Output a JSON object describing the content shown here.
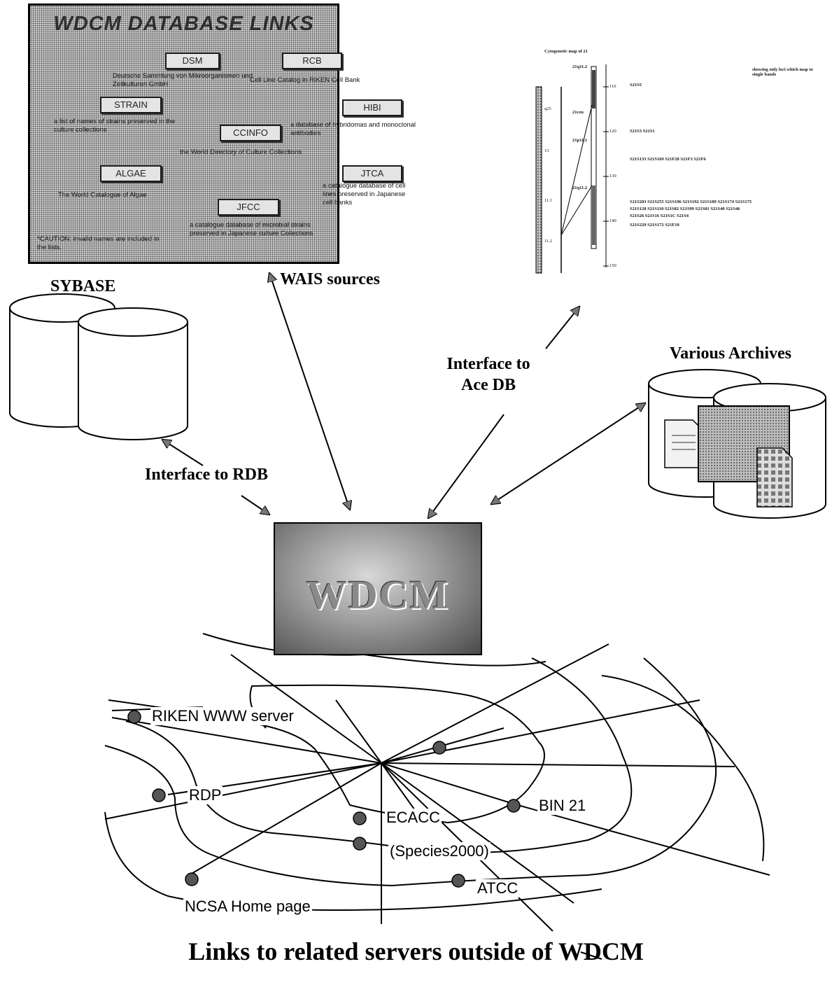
{
  "panel": {
    "title": "WDCM DATABASE LINKS",
    "buttons": [
      {
        "label": "DSM",
        "desc": "Deutsche Sammlung von Mikroorganismen und Zellkulturen GmbH"
      },
      {
        "label": "RCB",
        "desc": "Cell Line Catalog in RIKEN Cell Bank"
      },
      {
        "label": "STRAIN",
        "desc": "a list of names of strains preserved in the culture collections"
      },
      {
        "label": "HIBI",
        "desc": "a database of hybridomas and monoclonal antibodies"
      },
      {
        "label": "CCINFO",
        "desc": "the World Directory of Culture Collections"
      },
      {
        "label": "ALGAE",
        "desc": "The World Catalogue of Algae"
      },
      {
        "label": "JTCA",
        "desc": "a catalogue database of cell lines preserved in Japanese cell banks"
      },
      {
        "label": "JFCC",
        "desc": "a catalogue database of microbial strains preserved in Japanese culture Collections"
      }
    ],
    "caution": "*CAUTION: invalid names are included in the lists."
  },
  "cyto": {
    "title": "Cytogenetic map of 21",
    "note": "showing only loci which map to single bands",
    "band_labels": [
      "21q11.2",
      "21cen",
      "21p11.1",
      "21q11.2"
    ],
    "chrom_labels": [
      "q25",
      "13",
      "11.1",
      "11.2"
    ],
    "scale": [
      "110",
      "120",
      "130",
      "140",
      "150"
    ],
    "loci": [
      "S21S5",
      "S21S3  S21S1",
      "S21S133  S21S169  S21F20  S21F3  S21F6",
      "S21S203  S21S255  S21S196  S21S192  S21S189  S21S174  S21S175",
      "S21S120  S21S110  S21S82  S21S99  S21S81  S21S40  S21S46",
      "S21S26  S21S16  S21S1C  S21S4",
      "S21S229  S21S172  S21F10"
    ]
  },
  "labels": {
    "wais": "WAIS sources",
    "sybase": "SYBASE",
    "acedb": "Interface to\nAce DB",
    "archives": "Various Archives",
    "rdb": "Interface to RDB"
  },
  "center": {
    "logo": "WDCM"
  },
  "servers": {
    "riken": "RIKEN WWW server",
    "rdp": "RDP",
    "bin21": "BIN 21",
    "ecacc": "ECACC",
    "species": "(Species2000)",
    "atcc": "ATCC",
    "ncsa": "NCSA Home page"
  },
  "caption": "Links to related servers outside of WDCM"
}
